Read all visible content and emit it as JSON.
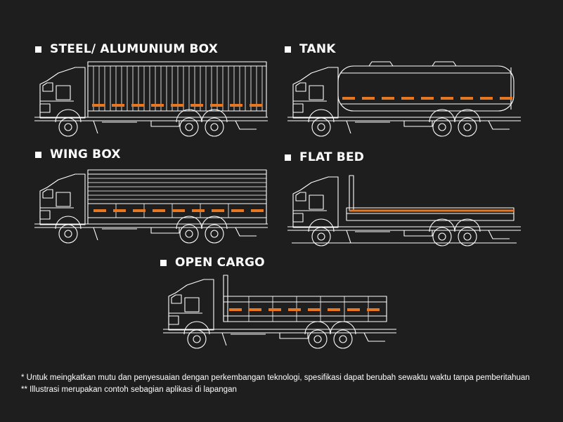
{
  "sections": [
    {
      "title": "STEEL/ ALUMUNIUM BOX"
    },
    {
      "title": "TANK"
    },
    {
      "title": "WING BOX"
    },
    {
      "title": "FLAT BED"
    },
    {
      "title": "OPEN CARGO"
    }
  ],
  "notes": [
    "* Untuk meingkatkan mutu dan penyesuaian dengan perkembangan teknologi, spesifikasi dapat berubah sewaktu waktu tanpa pemberitahuan",
    "** Illustrasi merupakan contoh sebagian aplikasi di lapangan"
  ],
  "colors": {
    "background": "#1e1e1e",
    "line": "#ffffff",
    "accent": "#e87722"
  }
}
